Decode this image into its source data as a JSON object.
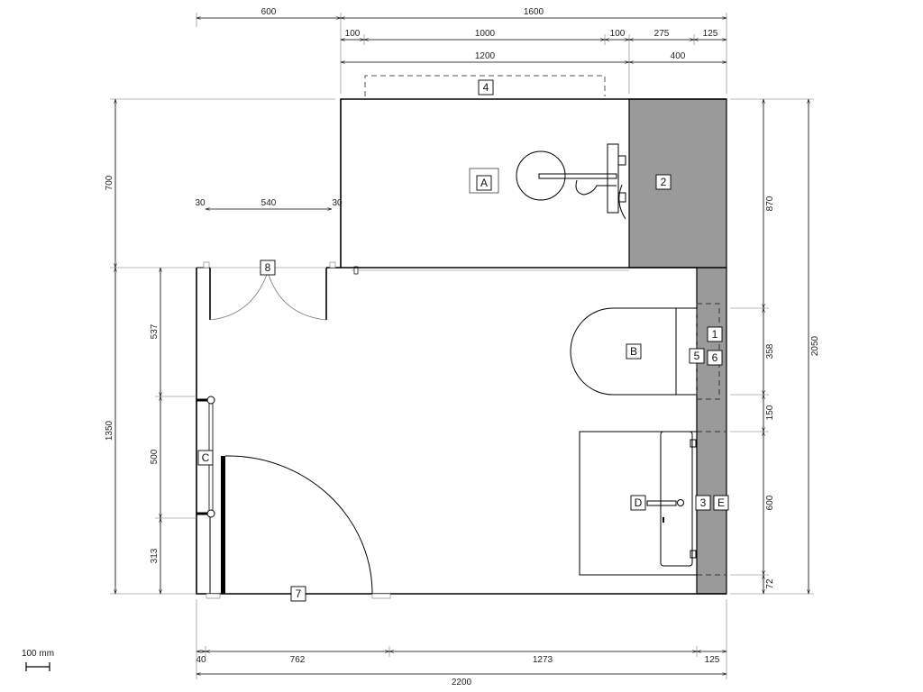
{
  "colors": {
    "wall_fill": "#9a9a9a",
    "line": "#000000",
    "background": "#ffffff"
  },
  "dims": {
    "top1": [
      "600",
      "1600"
    ],
    "top2": [
      "100",
      "1000",
      "100",
      "275",
      "125"
    ],
    "top3": [
      "1200",
      "400"
    ],
    "mid": [
      "30",
      "540",
      "30"
    ],
    "left_outer": [
      "700",
      "1350"
    ],
    "left_inner": [
      "537",
      "500",
      "313"
    ],
    "right_inner": [
      "870",
      "358",
      "150",
      "600",
      "72"
    ],
    "right_outer": "2050",
    "bottom1": [
      "40",
      "762",
      "1273",
      "125"
    ],
    "bottom2": "2200"
  },
  "scale_bar": "100 mm",
  "labels": {
    "a": "A",
    "b": "B",
    "c": "C",
    "d": "D",
    "e": "E",
    "n1": "1",
    "n2": "2",
    "n3": "3",
    "n4": "4",
    "n5": "5",
    "n6": "6",
    "n7": "7",
    "n8": "8"
  }
}
